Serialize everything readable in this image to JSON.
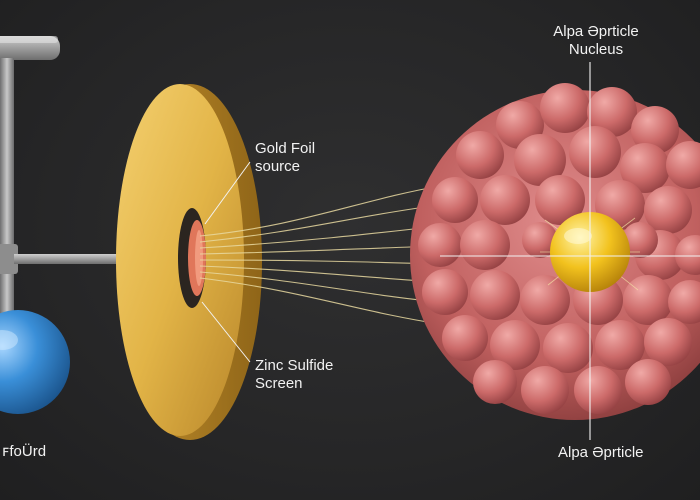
{
  "labels": {
    "gold_foil_source": "Gold Foil\nsource",
    "zinc_sulfide_screen": "Zinc Sulfide\nScreen",
    "alpha_particle_nucleus": "Alpa Əprticle\nNucleus",
    "alpha_particle_bottom": "Alpa Əprticle",
    "bottom_left": "ꜰfoÜrd"
  },
  "colors": {
    "background": "#262627",
    "gold": "#e2b447",
    "nucleus_body": "#c9676a",
    "nucleus_core": "#f2c21e",
    "blue_sphere": "#3a8fd8",
    "stand": "#a9a9a9",
    "rays": "#e8d9a0"
  }
}
